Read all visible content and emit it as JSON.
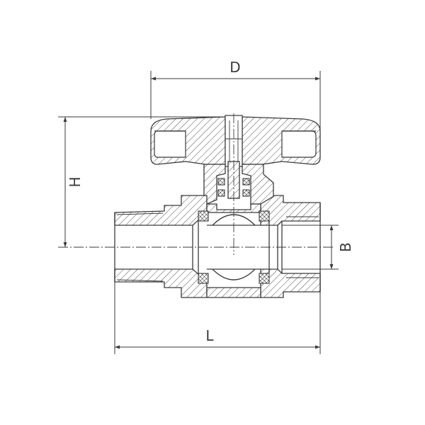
{
  "dimensions": {
    "D": "D",
    "H": "H",
    "B": "B",
    "L": "L"
  }
}
